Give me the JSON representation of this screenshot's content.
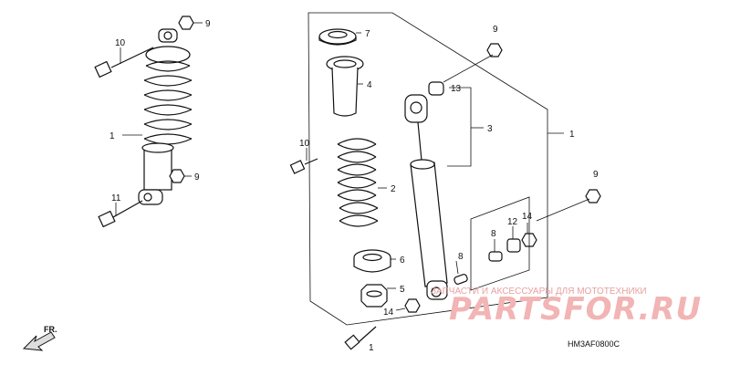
{
  "callouts": {
    "l1": "1",
    "l9a": "9",
    "l9b": "9",
    "l10": "10",
    "l11": "11",
    "c7": "7",
    "c4": "4",
    "c2": "2",
    "c6": "6",
    "c5": "5",
    "c14a": "14",
    "c10": "10",
    "c1bottom": "1",
    "r9top": "9",
    "r13": "13",
    "r3": "3",
    "r1": "1",
    "r9right": "9",
    "r8": "8",
    "r12": "12",
    "r14": "14",
    "r8b": "8"
  },
  "fr_label": "FR.",
  "diagram_code": "HM3AF0800C",
  "watermark": {
    "caption": "ЗАПЧАСТИ И АКСЕССУАРЫ ДЛЯ МОТОТЕХНИКИ",
    "logo": "PARTSFOR.RU"
  },
  "colors": {
    "line": "#111111",
    "watermark": "#f2b4b4"
  }
}
